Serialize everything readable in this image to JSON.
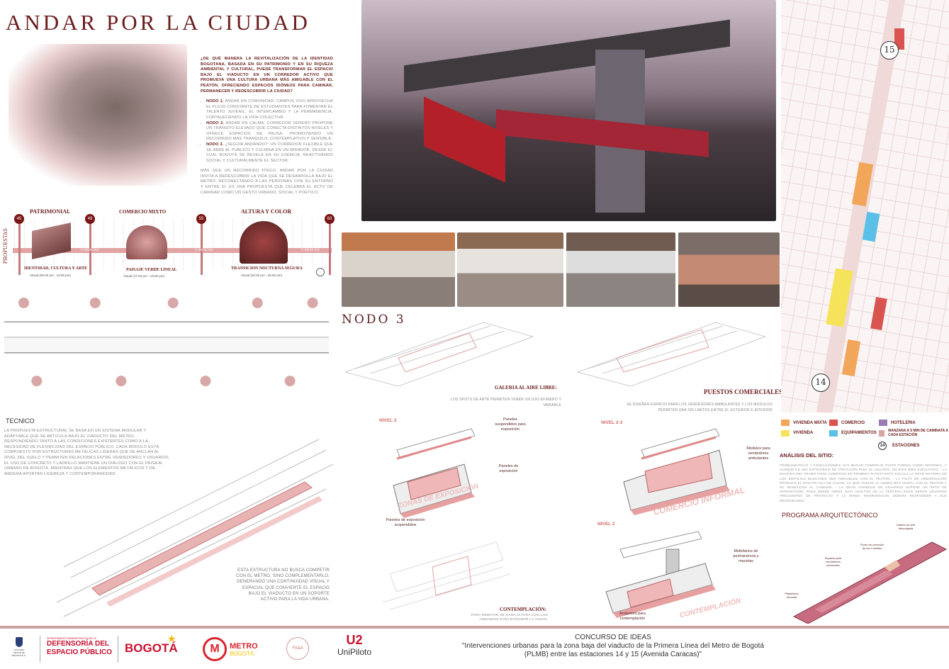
{
  "title": "ANDAR POR LA CIUDAD",
  "intro": {
    "question": "¿DE QUÉ MANERA LA REVITALIZACIÓN DE LA IDENTIDAD BOGOTANA, BASADA EN SU PATRIMONIO Y EN SU RIQUEZA AMBIENTAL Y CULTURAL, PUEDE TRANSFORMAR EL ESPACIO BAJO EL VIADUCTO EN UN CORREDOR ACTIVO QUE PROMUEVA UNA CULTURA URBANA MÁS AMIGABLE CON EL PEATÓN, OFRECIENDO ESPACIOS IDÓNEOS PARA CAMINAR, PERMANECER Y REDESCUBRIR LA CIUDAD?",
    "nodes": [
      {
        "label": "NODO 1.",
        "text": "ANDAR EN COMUNIDAD: CAMPUS VIVO APROVECHA EL FLUJO CONSTANTE DE ESTUDIANTES PARA FOMENTAR EL TALENTO JUVENIL, EL INTERCAMBIO Y LA PERMANENCIA, FORTALECIENDO LA VIDA COLECTIVA."
      },
      {
        "label": "NODO 2.",
        "text": "ANDAR EN CALMA: CORREDOR SERENO PROPONE UN TRÁNSITO ELEVADO QUE CONECTA DISTINTOS NIVELES Y OFRECE ESPACIOS DE PAUSA, PROMOVIENDO UN RECORRIDO MÁS TRANQUILO, CONTEMPLATIVO Y SENSIBLE."
      },
      {
        "label": "NODO 3.",
        "text": "¿SEGUIR ANDANDO?: UN CORREDOR FLEXIBLE QUE SE ABRE AL PÚBLICO Y CULMINA EN UN MIRADOR, DESDE EL CUAL BOGOTÁ SE REVELA EN SU ESENCIA, REACTIVANDO SOCIAL Y CULTURALMENTE EL SECTOR."
      }
    ],
    "closing": "MÁS QUE UN RECORRIDO FÍSICO, ANDAR POR LA CIUDAD INVITA A REDESCUBRIR LA VIDA QUE SE DESARROLLA BAJO EL METRO, RECONECTANDO A LAS PERSONAS CON SU ENTORNO Y ENTRE SÍ. ES UNA PROPUESTA QUE CELEBRA EL ACTO DE CAMINAR COMO UN GESTO URBANO, SOCIAL Y POÉTICO."
  },
  "propuestas": {
    "side_label": "PROPUESTAS",
    "street": "CARACAS",
    "markers": [
      "45",
      "49",
      "55",
      "63"
    ],
    "zones": [
      {
        "title": "PATRIMONIAL",
        "name": "IDENTIDAD, CULTURA Y ARTE",
        "time": "Visual (06:00 am - 16:00 pm)"
      },
      {
        "title": "COMERCIO MIXTO",
        "name": "PAISAJE VERDE LINEAL",
        "time": "Visual (17:00 pm - 19:00 pm)"
      },
      {
        "title": "ALTURA Y COLOR",
        "name": "TRANSICION NOCTURNA SEGURA",
        "time": "Visual (20:00 pm - 05:00 am)"
      }
    ]
  },
  "tecnico": {
    "heading": "TECNICO",
    "text": "LA PROPUESTA ESTRUCTURAL SE BASA EN UN SISTEMA MODULAR Y ADAPTABLE QUE SE ARTICULA BAJO EL VIADUCTO DEL METRO, RESPONDIENDO TANTO A LAS CONDICIONES EXISTENTES COMO A LA NECESIDAD DE FLEXIBILIDAD DEL ESPACIO PÚBLICO. CADA MÓDULO ESTÁ COMPUESTO POR ESTRUCTURAS METÁLICAS LIGERAS QUE SE ANCLAN AL NIVEL DEL SUELO Y PERMITEN RELACIONES ENTRE VENDEDORES Y USUARIOS. EL USO DE CONCRETO Y LADRILLO MANTIENE UN DIÁLOGO CON EL PAISAJE URBANO DE BOGOTÁ, MIENTRAS QUE LOS ELEMENTOS METÁLICOS Y DE MADERA APORTAN LIGEREZA Y CONTEMPORANEIDAD.",
    "structure_note": "ESTA ESTRUCTURA NO BUSCA COMPETIR CON EL METRO, SINO COMPLEMENTARLO, GENERANDO UNA CONTINUIDAD VISUAL Y ESPACIAL QUE CONVIERTE EL ESPACIO BAJO EL VIADUCTO EN UN SOPORTE ACTIVO PARA LA VIDA URBANA."
  },
  "nodo3": {
    "heading": "NODO 3",
    "galeria": {
      "title": "GALERIA AL AIRE LIBRE:",
      "text": "LOS SPOTS DE ARTE PERMITEN TENER UN USO EFIMERO Y VARIABLE"
    },
    "puestos": {
      "title": "PUESTOS COMERCIALES:",
      "text": "SE DISEÑAN ESPACIO PARA LOS VENDEDORES AMBULANTES Y LOS MODULOS PERMITEN UNA SIN LIMITES ENTRE EL EXTERIOR E INTERIOR"
    },
    "contemplacion": {
      "title": "CONTEMPLACIÓN:",
      "text": "PARA REMATAR SE GANA ALTURA CON LOS ANDAMIOS PARA EXPANDIR LA VISUAL"
    },
    "diagrams": [
      {
        "level": "NIVEL 2",
        "stamp": "ZONAS DE EXPOSICIÓN",
        "notes": [
          "Paneles suspendidos para exposición",
          "Paneles de exposición",
          "Paneles de exposición suspendidos"
        ]
      },
      {
        "level": "NIVEL 2-3",
        "stamp": "COMERCIO INFORMAL",
        "notes": [
          "Modulos para vendedores ambulantes"
        ]
      },
      {
        "level": "NIVEL 2",
        "stamp": "CONTEMPLACIÓN",
        "notes": [
          "Mobiliarios de permanencia y macetas",
          "Andamios para contemplación"
        ]
      }
    ]
  },
  "map": {
    "stations": [
      "15",
      "14"
    ]
  },
  "legend": {
    "items": [
      {
        "label": "VIVIENDA MIXTA",
        "color": "#f2a65a"
      },
      {
        "label": "COMERCIO",
        "color": "#d9534f"
      },
      {
        "label": "HOTELERIA",
        "color": "#9b7bb5"
      },
      {
        "label": "VIVIENDA",
        "color": "#f5e35a"
      },
      {
        "label": "EQUIPAMIENTOS",
        "color": "#5bc0e8"
      },
      {
        "label": "MANZANA A 5 MIN DE CAMINATA A CADA ESTACIÓN",
        "color": "#d8a4a4"
      }
    ],
    "station_num": "14",
    "station_label": "ESTACIONES"
  },
  "analisis": {
    "heading": "ANÁLISIS DEL SITIO:",
    "text": "PROBLEMATICAS Y CONCLUSIONES: HAY MUCHO COMERCIO TANTO FORMAL COMO INFORMAL, Y AUNQUE ES UNA ESTRATEGIA DE ATRACCIÓN PARA EL USUARIO, NO ESTA BIEN EJECUTADO. - LA MAYORIA DEL TRAMO POSE COMERCIO EN PRIMERA PLANTA ESTO ESCALA LA GRAN MAYORIA DE LOS EDIFICIOS BUSCANDO SER AMIGABLES CON EL PEATÓN. - LA FALTA DE ARBORIZACIÓN PRODUCE EL EFECTO ISLA DE CALOR, LO QUE VUELVE AL ANDÉN MÁS HOSTIL CON EL PEATÓN Y SU SENSACION AL CAMINAR. - LA GRAN VARIEDAD DE USUARIOS SUPONE UN RETO DE INTEGRACIÓN, PUES DESDE NIÑOS HATA ADULTOS DE LA TERCERA EDAD SERAN USUARIOS FRECUENTES DE PROYECTO Y LA MISMA INTERVENCION DEBERA RESPONDER A SUS NECESIDADES."
  },
  "programa": {
    "heading": "PROGRAMA ARQUITECTÓNICO",
    "notes": [
      "Galeria de arte descolgada",
      "Punto de conexión de los 3 niveles",
      "Espacio para vendedores informales",
      "Plataforma elevada"
    ]
  },
  "footer": {
    "logos": {
      "alcaldia": "ALCALDÍA MAYOR DE BOGOTÁ D.C.",
      "dadep_small": "DEPARTAMENTO ADMINISTRATIVO DE LA",
      "dadep": "DEFENSORÍA DEL ESPACIO PÚBLICO",
      "bogota": "BOGOTÁ",
      "metro": "METRO",
      "metro_sub": "BOGOTÁ",
      "faa": "FA&A",
      "unipiloto": "UniPiloto"
    },
    "contest": "CONCURSO DE IDEAS",
    "line1": "\"Intervenciones urbanas para la zona baja del viaducto de la Primera Línea del Metro de Bogotá",
    "line2": "(PLMB) entre las estaciones 14 y 15 (Avenida Caracas)\""
  }
}
